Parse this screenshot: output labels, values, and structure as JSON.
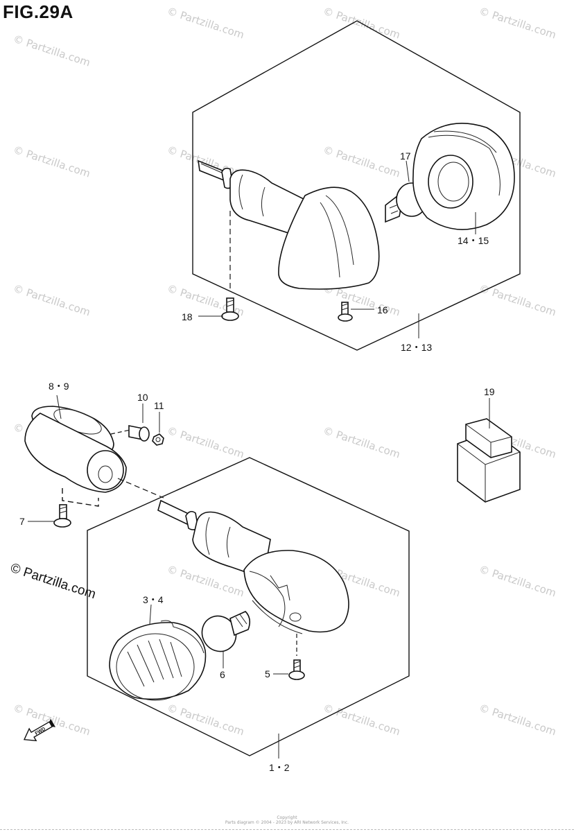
{
  "figure": {
    "title": "FIG.29A"
  },
  "callouts": {
    "c1_2": "1・2",
    "c3_4": "3・4",
    "c5": "5",
    "c6": "6",
    "c7": "7",
    "c8_9": "8・9",
    "c10": "10",
    "c11": "11",
    "c12_13": "12・13",
    "c14_15": "14・15",
    "c16": "16",
    "c17": "17",
    "c18": "18",
    "c19": "19"
  },
  "watermark": {
    "text": "© Partzilla.com",
    "prominent_text": "© Partzilla.com"
  },
  "fwd_label": "FWD",
  "footer": {
    "line1": "Copyright",
    "line2": "Parts diagram © 2004 - 2023 by ARI Network Services, Inc."
  }
}
